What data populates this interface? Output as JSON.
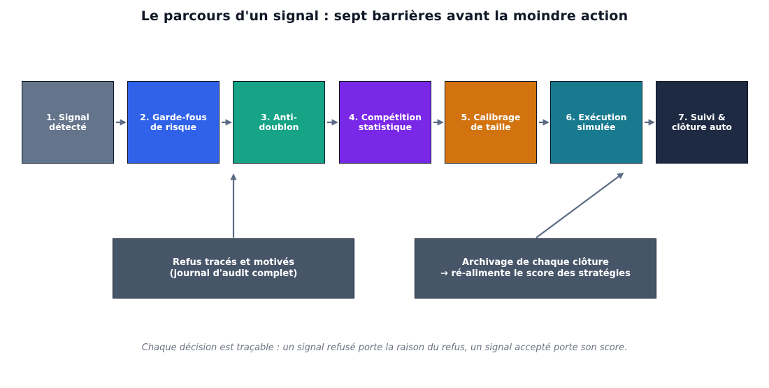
{
  "title": "Le parcours d'un signal : sept barrières avant la moindre action",
  "steps": [
    {
      "label": "1. Signal\ndétecté",
      "color": "#64748b"
    },
    {
      "label": "2. Garde-fous\nde risque",
      "color": "#2f62e9"
    },
    {
      "label": "3. Anti-\ndoublon",
      "color": "#17a386"
    },
    {
      "label": "4. Compétition\nstatistique",
      "color": "#7a28e8"
    },
    {
      "label": "5. Calibrage\nde taille",
      "color": "#d2730f"
    },
    {
      "label": "6. Exécution\nsimulée",
      "color": "#187a8e"
    },
    {
      "label": "7. Suivi &\nclôture auto",
      "color": "#1e2942"
    }
  ],
  "notes": [
    {
      "label": "Refus tracés et motivés\n(journal d'audit complet)"
    },
    {
      "label": "Archivage de chaque clôture\n→ ré-alimente le score des stratégies"
    }
  ],
  "footer": "Chaque décision est traçable : un signal refusé porte la raison du refus, un signal accepté porte son score."
}
